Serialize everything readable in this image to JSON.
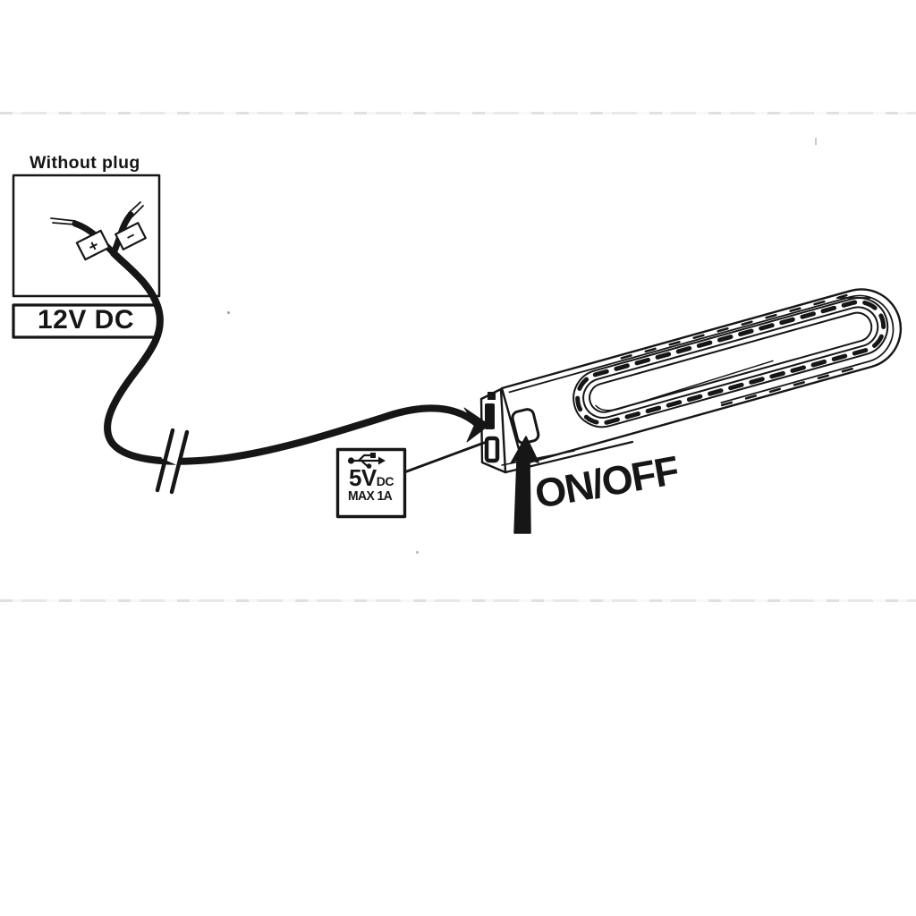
{
  "colors": {
    "ink": "#161616",
    "paper": "#ffffff",
    "scan_artifact": "#d9d9d9"
  },
  "power_source": {
    "title": "Without plug",
    "voltage": "12V DC",
    "positive": "+",
    "negative": "−"
  },
  "usb_spec": {
    "voltage": "5V",
    "unit": "DC",
    "current": "MAX 1A"
  },
  "lamp": {
    "switch_label": "ON/OFF"
  }
}
